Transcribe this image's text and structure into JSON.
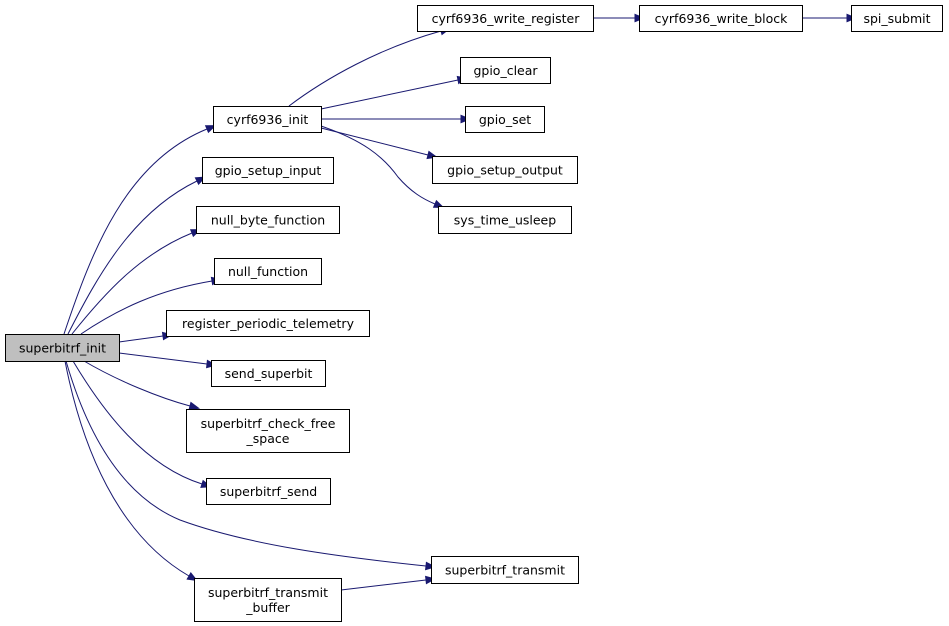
{
  "graph": {
    "nodes": {
      "superbitrf_init": {
        "lines": [
          "superbitrf_init"
        ],
        "highlighted": true
      },
      "cyrf6936_init": {
        "lines": [
          "cyrf6936_init"
        ]
      },
      "gpio_setup_input": {
        "lines": [
          "gpio_setup_input"
        ]
      },
      "null_byte_function": {
        "lines": [
          "null_byte_function"
        ]
      },
      "null_function": {
        "lines": [
          "null_function"
        ]
      },
      "register_periodic_telemetry": {
        "lines": [
          "register_periodic_telemetry"
        ]
      },
      "send_superbit": {
        "lines": [
          "send_superbit"
        ]
      },
      "superbitrf_check_free_space": {
        "lines": [
          "superbitrf_check_free",
          "_space"
        ]
      },
      "superbitrf_send": {
        "lines": [
          "superbitrf_send"
        ]
      },
      "superbitrf_transmit_buffer": {
        "lines": [
          "superbitrf_transmit",
          "_buffer"
        ]
      },
      "superbitrf_transmit": {
        "lines": [
          "superbitrf_transmit"
        ]
      },
      "cyrf6936_write_register": {
        "lines": [
          "cyrf6936_write_register"
        ]
      },
      "gpio_clear": {
        "lines": [
          "gpio_clear"
        ]
      },
      "gpio_set": {
        "lines": [
          "gpio_set"
        ]
      },
      "gpio_setup_output": {
        "lines": [
          "gpio_setup_output"
        ]
      },
      "sys_time_usleep": {
        "lines": [
          "sys_time_usleep"
        ]
      },
      "cyrf6936_write_block": {
        "lines": [
          "cyrf6936_write_block"
        ]
      },
      "spi_submit": {
        "lines": [
          "spi_submit"
        ]
      }
    },
    "edges": [
      [
        "superbitrf_init",
        "cyrf6936_init"
      ],
      [
        "superbitrf_init",
        "gpio_setup_input"
      ],
      [
        "superbitrf_init",
        "null_byte_function"
      ],
      [
        "superbitrf_init",
        "null_function"
      ],
      [
        "superbitrf_init",
        "register_periodic_telemetry"
      ],
      [
        "superbitrf_init",
        "send_superbit"
      ],
      [
        "superbitrf_init",
        "superbitrf_check_free_space"
      ],
      [
        "superbitrf_init",
        "superbitrf_send"
      ],
      [
        "superbitrf_init",
        "superbitrf_transmit"
      ],
      [
        "superbitrf_init",
        "superbitrf_transmit_buffer"
      ],
      [
        "cyrf6936_init",
        "cyrf6936_write_register"
      ],
      [
        "cyrf6936_init",
        "gpio_clear"
      ],
      [
        "cyrf6936_init",
        "gpio_set"
      ],
      [
        "cyrf6936_init",
        "gpio_setup_output"
      ],
      [
        "cyrf6936_init",
        "sys_time_usleep"
      ],
      [
        "cyrf6936_write_register",
        "cyrf6936_write_block"
      ],
      [
        "cyrf6936_write_block",
        "spi_submit"
      ],
      [
        "superbitrf_transmit_buffer",
        "superbitrf_transmit"
      ]
    ]
  }
}
